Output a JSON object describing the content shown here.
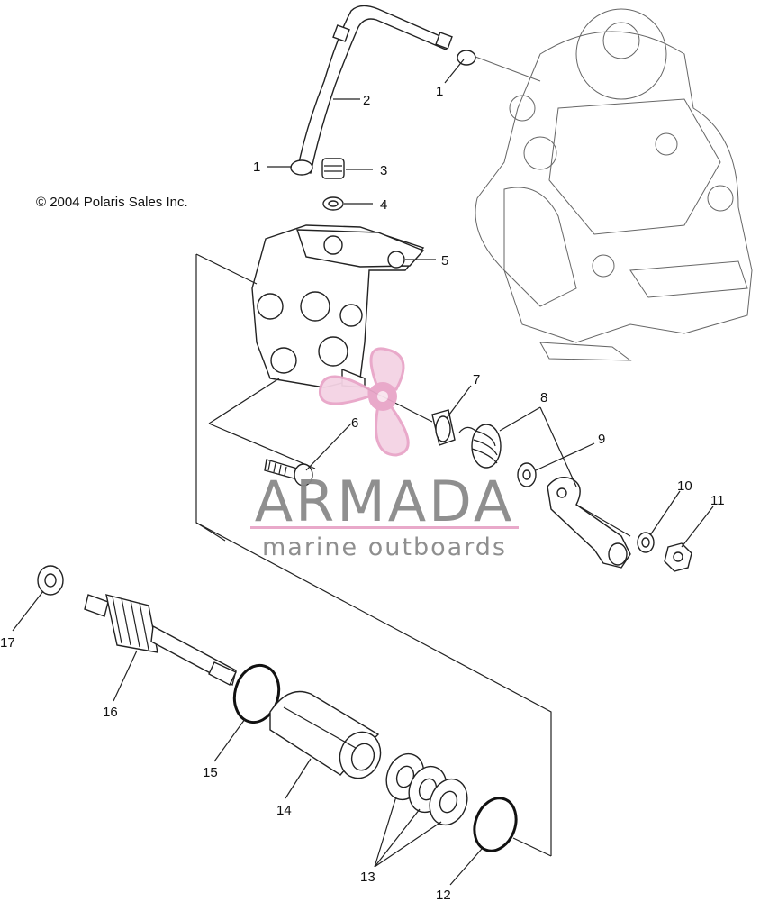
{
  "copyright": "© 2004 Polaris Sales Inc.",
  "watermark": {
    "brand": "ARMADA",
    "tagline": "marine outboards",
    "logo_color": "#e8a5c8",
    "text_color": "#8a8a8a"
  },
  "callouts": {
    "c1a": "1",
    "c1b": "1",
    "c2": "2",
    "c3": "3",
    "c4": "4",
    "c5": "5",
    "c6": "6",
    "c7": "7",
    "c8": "8",
    "c9": "9",
    "c10": "10",
    "c11": "11",
    "c12": "12",
    "c13": "13",
    "c14": "14",
    "c15": "15",
    "c16": "16",
    "c17": "17"
  }
}
